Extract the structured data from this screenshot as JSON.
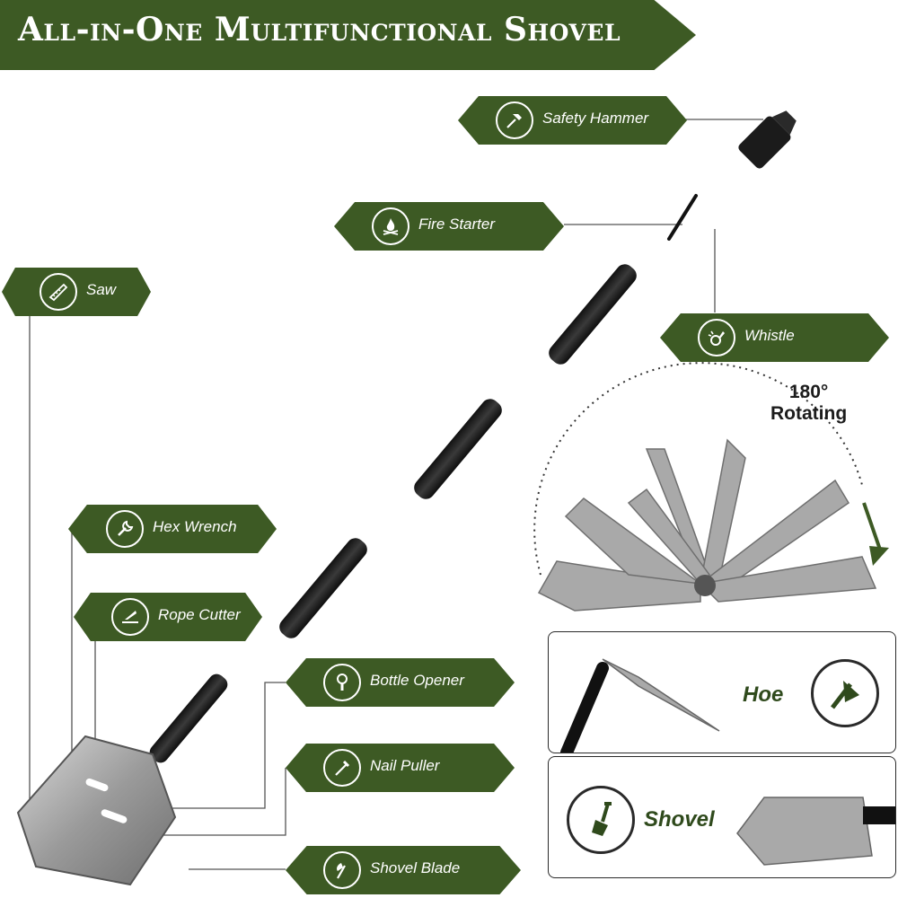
{
  "title": "All-in-One Multifunctional Shovel",
  "features": {
    "safety_hammer": "Safety Hammer",
    "fire_starter": "Fire Starter",
    "saw": "Saw",
    "whistle": "Whistle",
    "hex_wrench": "Hex Wrench",
    "rope_cutter": "Rope Cutter",
    "bottle_opener": "Bottle Opener",
    "nail_puller": "Nail Puller",
    "shovel_blade": "Shovel Blade"
  },
  "rotation": {
    "angle": "180°",
    "label": "Rotating"
  },
  "modes": {
    "hoe": "Hoe",
    "shovel": "Shovel"
  },
  "colors": {
    "banner": "#3d5a24",
    "accent": "#2f4a1c"
  }
}
